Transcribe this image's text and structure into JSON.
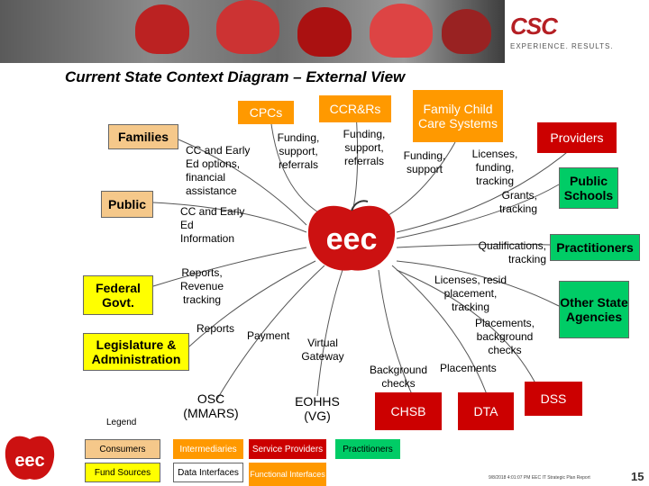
{
  "title": "Current State Context Diagram – External View",
  "brand": {
    "logo": "CSC",
    "tagline": "EXPERIENCE. RESULTS."
  },
  "center_logo": "eec",
  "nodes": {
    "cpcs": "CPCs",
    "ccr": "CCR&Rs",
    "family_systems": "Family Child Care Systems",
    "families": "Families",
    "public": "Public",
    "federal": "Federal Govt.",
    "legislature": "Legislature & Administration",
    "osc": "OSC (MMARS)",
    "eohhs": "EOHHS (VG)",
    "chsb": "CHSB",
    "dta": "DTA",
    "dss": "DSS",
    "providers": "Providers",
    "public_schools": "Public Schools",
    "practitioners": "Practitioners",
    "other_state": "Other State Agencies"
  },
  "flows": {
    "families": "CC and Early Ed options, financial assistance",
    "public": "CC and Early Ed Information",
    "federal": "Reports, Revenue tracking",
    "legislature": "Reports",
    "osc": "Payment",
    "eohhs": "Virtual Gateway",
    "chsb": "Background checks",
    "dta": "Placements",
    "cpcs": "Funding, support, referrals",
    "ccr": "Funding, support, referrals",
    "family_systems": "Funding, support",
    "providers": "Licenses, funding, tracking",
    "public_schools": "Grants, tracking",
    "practitioners": "Qualifications, tracking",
    "other_state_1": "Licenses, resid placement, tracking",
    "other_state_2": "Placements, background checks"
  },
  "legend": {
    "title": "Legend",
    "consumers": "Consumers",
    "intermediaries": "Intermediaries",
    "service_providers": "Service Providers",
    "practitioners": "Practitioners",
    "fund_sources": "Fund Sources",
    "data_interfaces": "Data Interfaces",
    "functional_interfaces": "Functional Interfaces"
  },
  "footer": {
    "note": "9/8/2018 4:01:07 PM EEC IT Strategic Plan Report",
    "page": "15"
  },
  "colors": {
    "consumers": "#f5c88a",
    "fund_sources": "#ffff00",
    "intermediaries": "#ff9900",
    "practitioners": "#00cc66",
    "service_providers": "#cc0000",
    "eec_red": "#cc1111"
  }
}
